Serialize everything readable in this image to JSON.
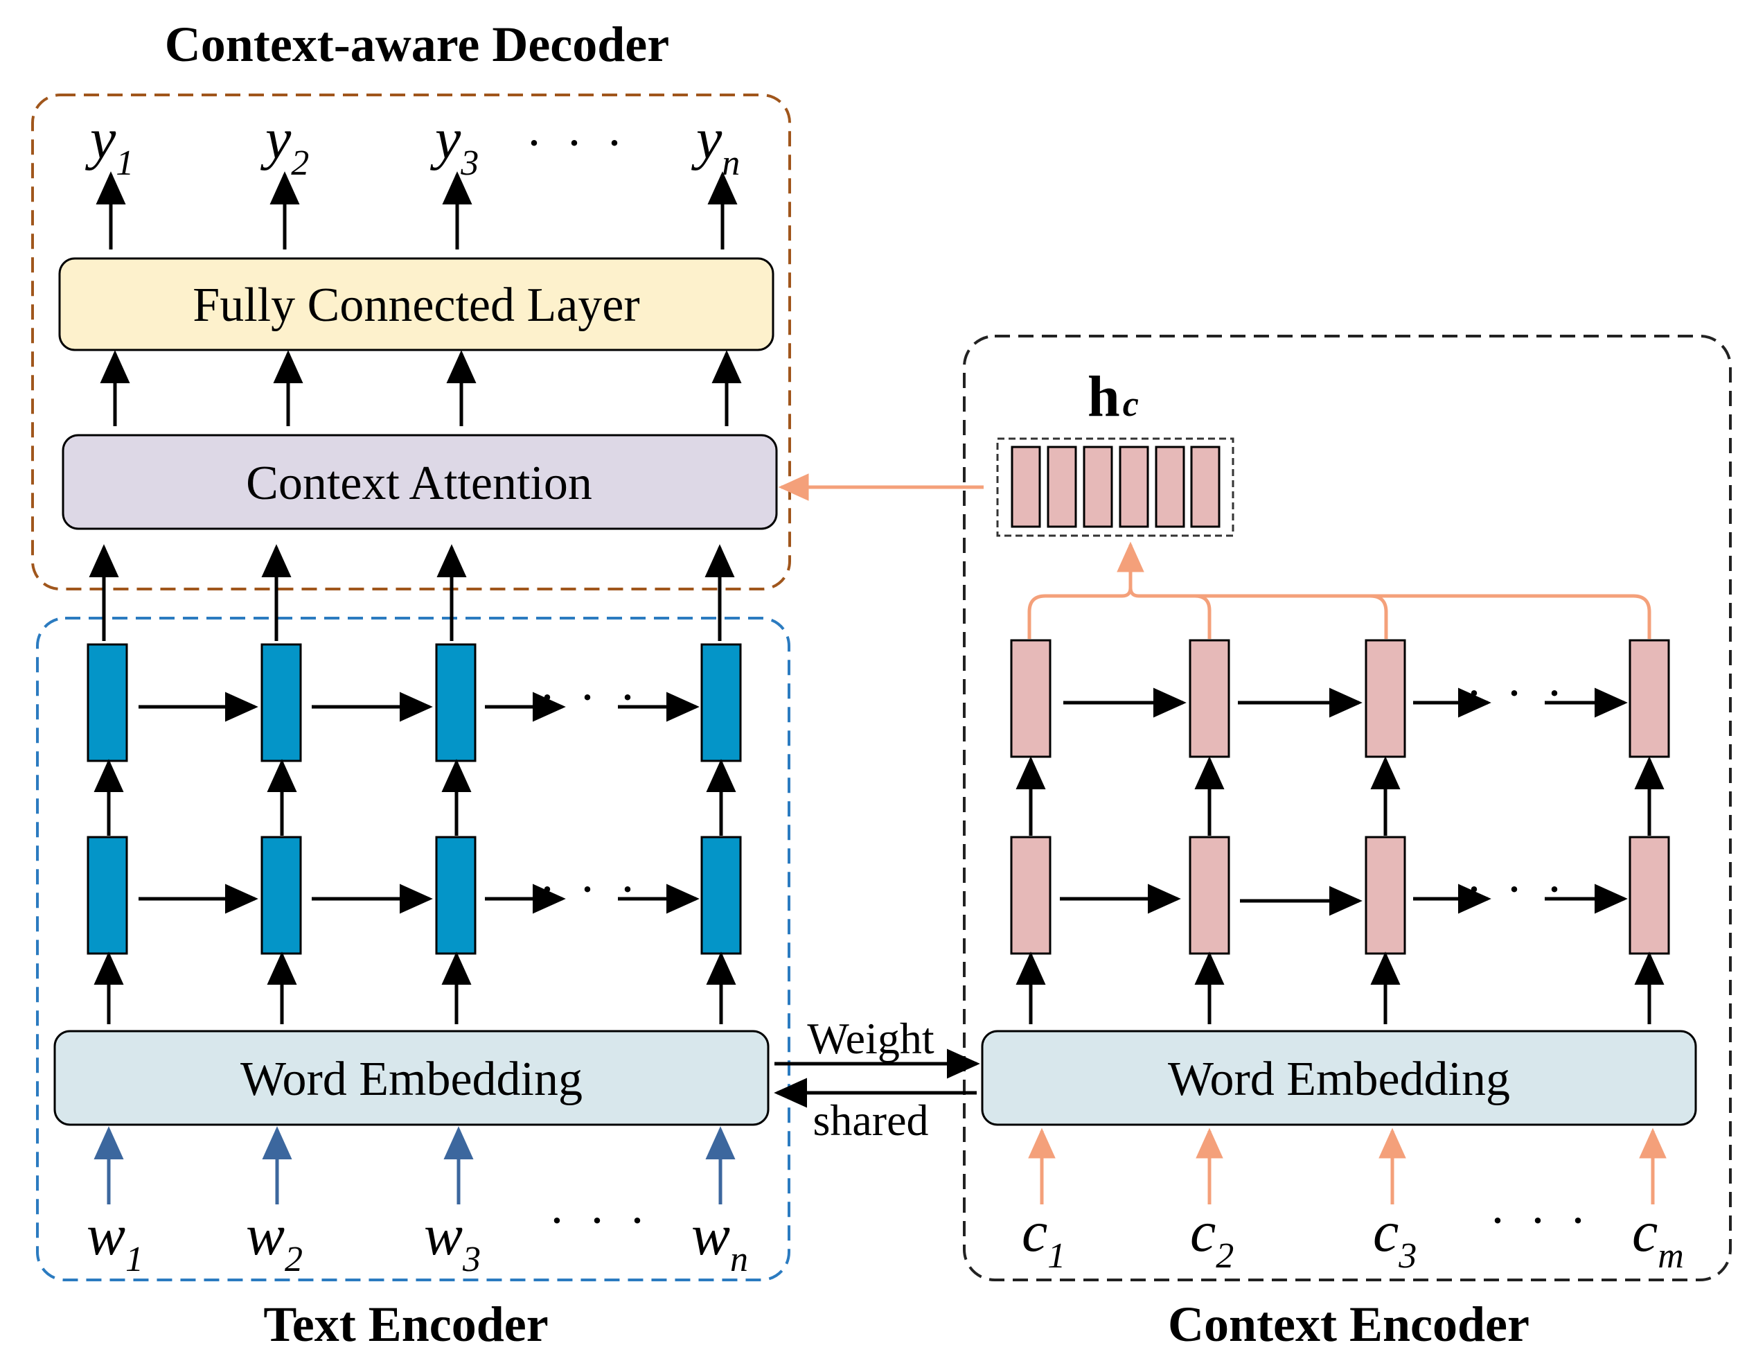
{
  "titles": {
    "decoder": "Context-aware Decoder",
    "text_encoder": "Text Encoder",
    "context_encoder": "Context Encoder"
  },
  "layers": {
    "fully_connected": "Fully Connected Layer",
    "context_attention": "Context Attention",
    "word_embedding_text": "Word Embedding",
    "word_embedding_context": "Word Embedding"
  },
  "link": {
    "top": "Weight",
    "bottom": "shared"
  },
  "context_vector": {
    "base": "h",
    "sub": "c"
  },
  "outputs": [
    {
      "base": "y",
      "sub": "1"
    },
    {
      "base": "y",
      "sub": "2"
    },
    {
      "base": "y",
      "sub": "3"
    },
    {
      "base": "y",
      "sub": "n"
    }
  ],
  "text_inputs": [
    {
      "base": "w",
      "sub": "1"
    },
    {
      "base": "w",
      "sub": "2"
    },
    {
      "base": "w",
      "sub": "3"
    },
    {
      "base": "w",
      "sub": "n"
    }
  ],
  "context_inputs": [
    {
      "base": "c",
      "sub": "1"
    },
    {
      "base": "c",
      "sub": "2"
    },
    {
      "base": "c",
      "sub": "3"
    },
    {
      "base": "c",
      "sub": "m"
    }
  ],
  "ellipsis": "· · ·",
  "colors": {
    "decoder_border": "#a0561c",
    "text_encoder_border": "#2b7bc0",
    "context_encoder_border": "#222222",
    "fc_fill": "#fdf1cc",
    "attention_fill": "#ddd8e6",
    "embedding_fill": "#d8e7ec",
    "text_cell": "#0495c8",
    "context_cell": "#e6b9b8",
    "orange_arrow": "#f4a07a",
    "blue_arrow": "#3c679e"
  }
}
